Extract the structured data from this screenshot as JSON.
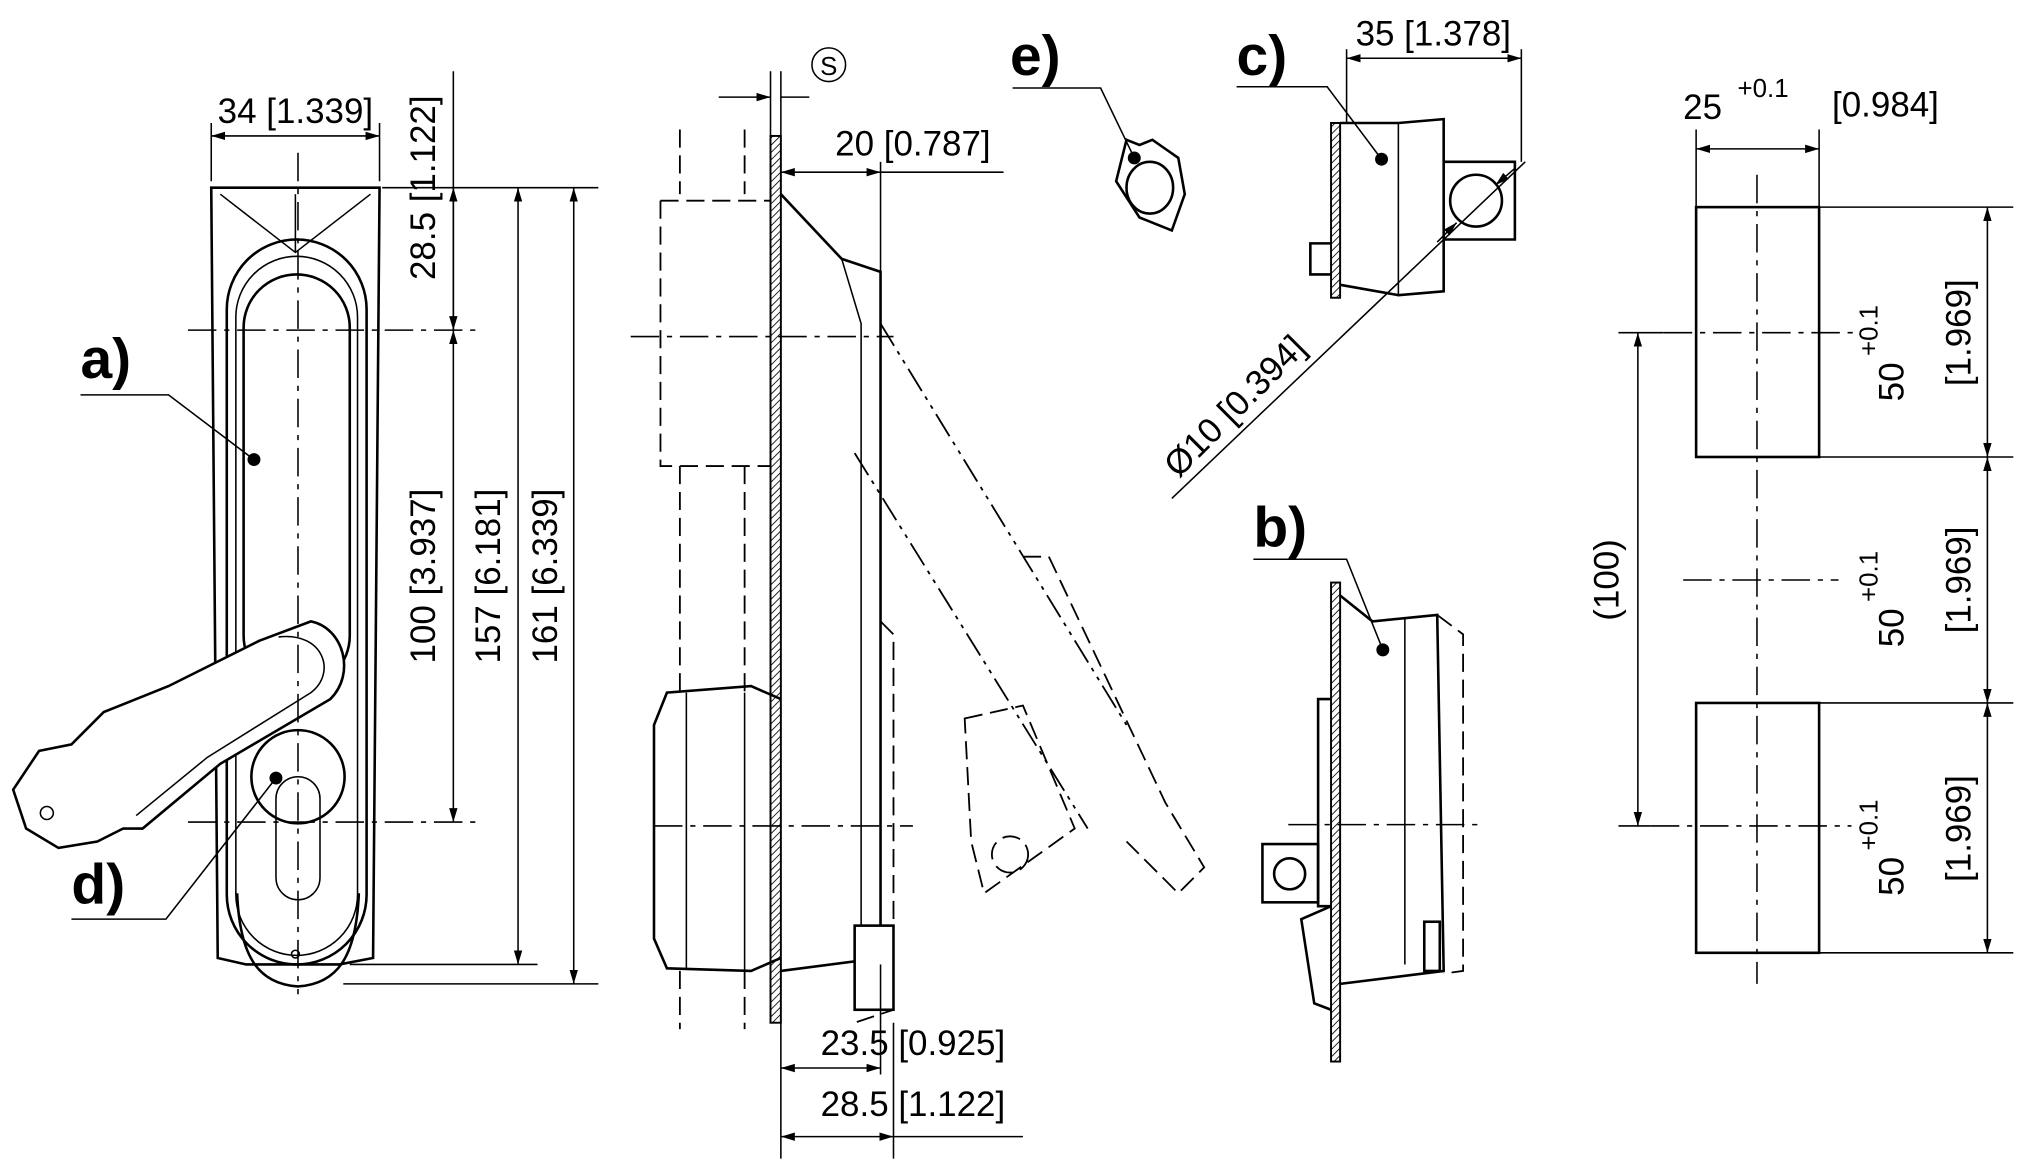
{
  "labels": {
    "a": "a)",
    "b": "b)",
    "c": "c)",
    "d": "d)",
    "e": "e)"
  },
  "front_view": {
    "width": "34 [1.339]",
    "top_offset": "28.5 [1.122]",
    "center_distance": "100 [3.937]",
    "height_157": "157 [6.181]",
    "height_161": "161 [6.339]"
  },
  "side_view": {
    "sheet_symbol": "S",
    "depth_20": "20 [0.787]",
    "depth_23_5": "23.5 [0.925]",
    "depth_28_5": "28.5 [1.122]"
  },
  "detail_c": {
    "width": "35 [1.378]",
    "diameter": "Ø10 [0.394]"
  },
  "cutout": {
    "width_main": "25",
    "width_tol": "+0.1",
    "width_inch": "[0.984]",
    "segments": [
      {
        "main": "50",
        "tol": "+0.1",
        "inch": "[1.969]"
      },
      {
        "main": "50",
        "tol": "+0.1",
        "inch": "[1.969]"
      },
      {
        "main": "50",
        "tol": "+0.1",
        "inch": "[1.969]"
      }
    ],
    "reference": "(100)"
  }
}
